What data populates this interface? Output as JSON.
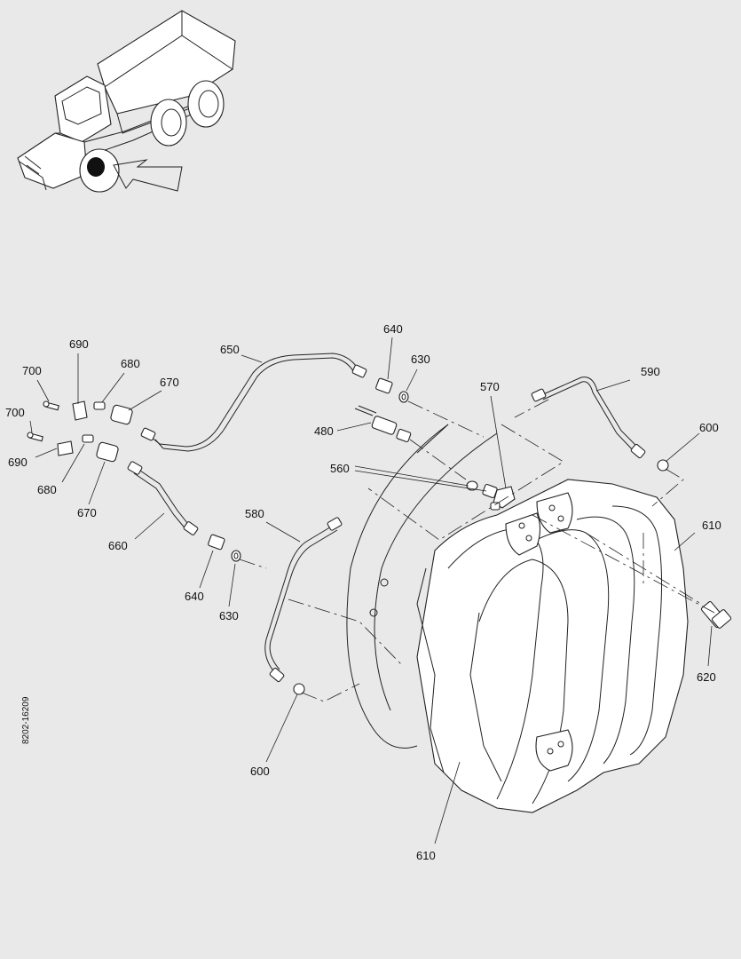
{
  "document_id": "8202-16209",
  "callouts": {
    "c690a": "690",
    "c700a": "700",
    "c680a": "680",
    "c670a": "670",
    "c650": "650",
    "c640a": "640",
    "c630a": "630",
    "c590": "590",
    "c570": "570",
    "c700b": "700",
    "c480": "480",
    "c600a": "600",
    "c690b": "690",
    "c560": "560",
    "c680b": "680",
    "c670b": "670",
    "c580": "580",
    "c610a": "610",
    "c660": "660",
    "c640b": "640",
    "c630b": "630",
    "c620": "620",
    "c600b": "600",
    "c610b": "610"
  }
}
